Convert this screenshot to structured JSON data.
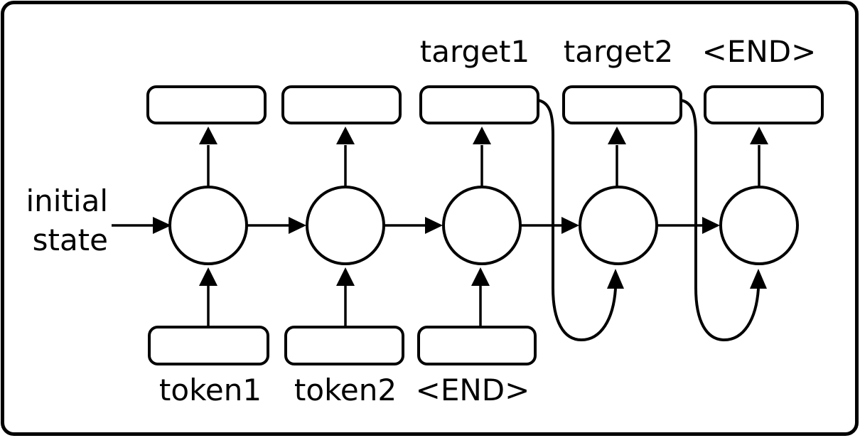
{
  "diagram": {
    "type": "seq2seq-rnn-unrolled",
    "background_color": "#ffffff",
    "stroke_color": "#000000",
    "initial_state_label": {
      "line1": "initial",
      "line2": "state"
    },
    "top_labels": [
      "target1",
      "target2",
      "<END>"
    ],
    "bottom_labels": [
      "token1",
      "token2",
      "<END>"
    ],
    "cell_count": 5,
    "output_box_count": 5,
    "input_box_count": 3,
    "feedback_connections": [
      {
        "from_output_box": 3,
        "to_cell": 4
      },
      {
        "from_output_box": 4,
        "to_cell": 5
      }
    ]
  }
}
